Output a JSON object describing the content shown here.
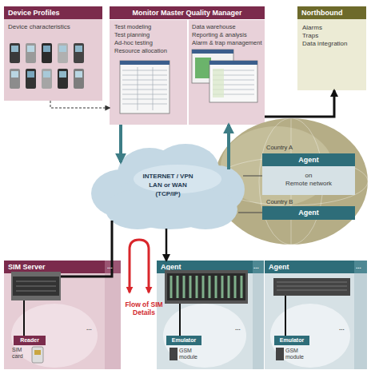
{
  "diagram": {
    "nodes": [
      {
        "text": [
          "Device Profiles",
          "Device characteristics"
        ]
      },
      {
        "text": [
          "Monitor Master Quality Manager"
        ]
      },
      {
        "text": [
          "Test modeling",
          "Test planning",
          "Ad-hoc testing",
          "Resource allocation"
        ],
        "in": 1
      },
      {
        "text": [
          "Data warehouse",
          "Reporting & analysis",
          "Alarm & trap management"
        ],
        "in": 1
      },
      {
        "text": [
          "Northbound",
          "Alarms",
          "Traps",
          "Data integration"
        ]
      },
      {
        "text": [
          "INTERNET / VPN",
          "LAN or WAN",
          "(TCP/IP)"
        ]
      },
      {
        "text": [
          "Country A",
          "Country B"
        ]
      },
      {
        "text": [
          "Agent",
          "on",
          "Remote network"
        ],
        "in": 6
      },
      {
        "text": [
          "Agent"
        ],
        "in": 6
      },
      {
        "text": [
          "SIM Server"
        ]
      },
      {
        "text": [
          "Reader"
        ],
        "in": 9
      },
      {
        "text": [
          "Agent"
        ]
      },
      {
        "text": [
          "Emulator"
        ],
        "in": 11
      },
      {
        "text": [
          "Agent"
        ]
      },
      {
        "text": [
          "Emulator"
        ],
        "in": 13
      }
    ],
    "edges": [
      {
        "from": 0,
        "to": 1,
        "arrow": "to"
      },
      {
        "from": 1,
        "to": 4,
        "arrow": "to"
      },
      {
        "from": 2,
        "to": 5,
        "arrow": "to"
      },
      {
        "from": 5,
        "to": 3,
        "arrow": "to"
      },
      {
        "from": 5,
        "to": 7,
        "arrow": "none"
      },
      {
        "from": 5,
        "to": 8,
        "arrow": "none"
      },
      {
        "from": 9,
        "to": 5,
        "arrow": "none"
      },
      {
        "from": 5,
        "to": 11,
        "arrow": "to"
      }
    ],
    "labels": [
      "SIM card",
      "GSM module",
      "GSM module",
      "Flow of SIM Details",
      "...",
      "...",
      "...",
      "...",
      "...",
      "..."
    ]
  }
}
